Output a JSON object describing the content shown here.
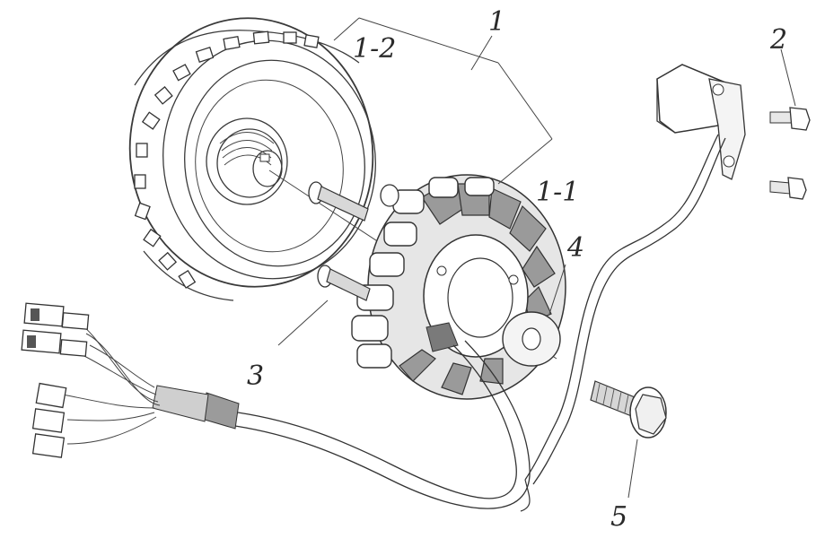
{
  "callouts": {
    "c1": "1",
    "c1_2": "1-2",
    "c1_1": "1-1",
    "c2": "2",
    "c3": "3",
    "c4": "4",
    "c5": "5"
  },
  "colors": {
    "line": "#3a3a3a",
    "shade": "#bdbdbd",
    "background": "#ffffff"
  },
  "parts": [
    {
      "id": "1",
      "name": "flywheel-magneto-assembly"
    },
    {
      "id": "1-1",
      "name": "stator-coil"
    },
    {
      "id": "1-2",
      "name": "flywheel-rotor"
    },
    {
      "id": "2",
      "name": "pickup-sensor-bolts"
    },
    {
      "id": "3",
      "name": "stator-bolts"
    },
    {
      "id": "4",
      "name": "washer"
    },
    {
      "id": "5",
      "name": "flange-bolt"
    }
  ]
}
